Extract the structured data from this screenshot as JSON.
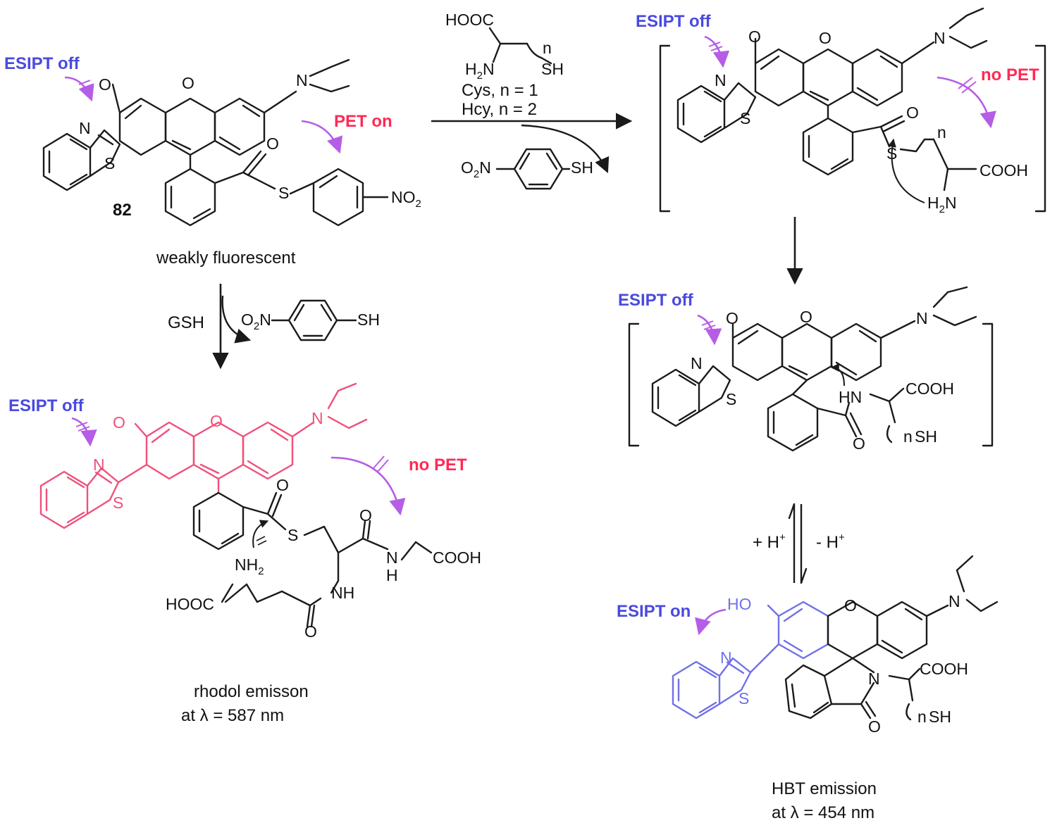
{
  "colors": {
    "ink": "#1a1a1a",
    "esipt": "#4a4ae0",
    "pet": "#ff2a55",
    "arrow_curve": "#b55de6",
    "rhodol": "#f0507a",
    "hbt": "#7070e8"
  },
  "compound_82": {
    "label": "82",
    "caption": "weakly fluorescent",
    "esipt": "ESIPT off",
    "pet": "PET on",
    "leaving_group": "NO",
    "leaving_group_sub": "2"
  },
  "cys_path": {
    "reagent_top": "HOOC",
    "reagent_amine": "H",
    "reagent_amine_sub": "2",
    "reagent_amine_n": "N",
    "reagent_n": "n",
    "reagent_sh": "SH",
    "reagent_line1": "Cys, n = 1",
    "reagent_line2": "Hcy, n = 2",
    "byproduct_o2n": "O",
    "byproduct_sub": "2",
    "byproduct_n": "N",
    "byproduct_sh": "SH"
  },
  "intermediate_1": {
    "esipt": "ESIPT off",
    "pet": "no PET",
    "cooh": "COOH",
    "amine": "H",
    "amine_sub": "2",
    "amine_n": "N",
    "n": "n"
  },
  "intermediate_2": {
    "esipt": "ESIPT off",
    "amide_nh": "HN",
    "cooh": "COOH",
    "sh": "SH",
    "n": "n"
  },
  "equilibrium": {
    "left": "+ H",
    "right": "- H",
    "sup": "+"
  },
  "product_hbt": {
    "esipt": "ESIPT on",
    "oh": "HO",
    "cooh": "COOH",
    "sh": "SH",
    "n": "n",
    "caption_line1": "HBT emission",
    "caption_line2": "at λ =  454 nm"
  },
  "gsh_path": {
    "reagent": "GSH",
    "byproduct_o2n": "O",
    "byproduct_sub": "2",
    "byproduct_n": "N",
    "byproduct_sh": "SH"
  },
  "product_rhodol": {
    "esipt": "ESIPT off",
    "pet": "no PET",
    "nh2": "NH",
    "nh2_sub": "2",
    "nh": "NH",
    "h": "H",
    "n_amide": "N",
    "cooh": "COOH",
    "hooc": "HOOC",
    "caption_line1": "rhodol emisson",
    "caption_line2": "at  λ = 587 nm"
  }
}
